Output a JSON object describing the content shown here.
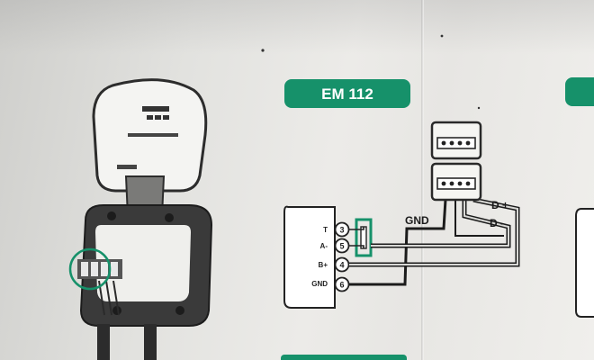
{
  "badge": {
    "label": "EM 112",
    "color": "#16916a"
  },
  "terminals": [
    {
      "label": "T",
      "number": "3"
    },
    {
      "label": "A-",
      "number": "5"
    },
    {
      "label": "B+",
      "number": "4"
    },
    {
      "label": "GND",
      "number": "6"
    }
  ],
  "wires": {
    "gnd_label": "GND",
    "d_plus_label": "D +",
    "d_minus_label": "D -"
  },
  "colors": {
    "accent": "#16916a",
    "ink": "#1b1b1b",
    "paper": "#ecebe8"
  }
}
